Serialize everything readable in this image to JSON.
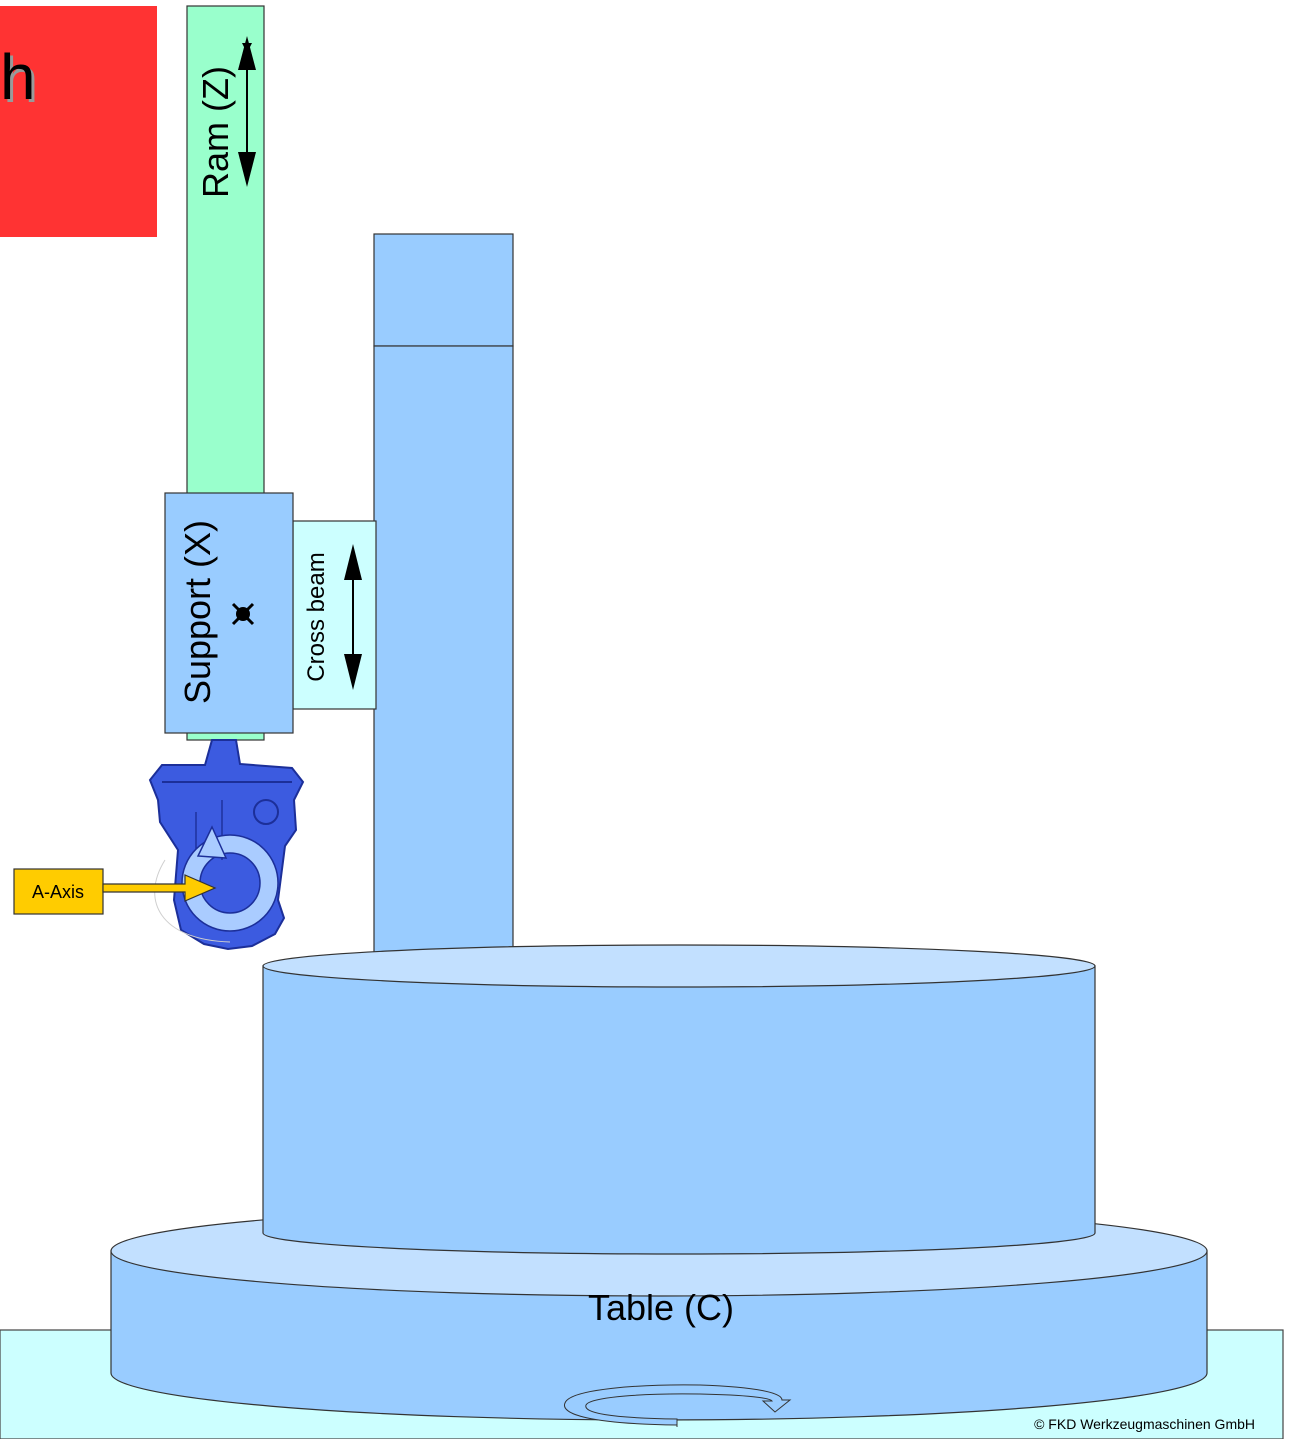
{
  "title_fragment": "h",
  "labels": {
    "ram": "Ram (Z)",
    "support": "Support (X)",
    "cross_beam": "Cross beam",
    "a_axis": "A-Axis",
    "table": "Table (C)",
    "copyright": "© FKD Werkzeugmaschinen GmbH"
  },
  "colors": {
    "title_box": "#ff3333",
    "ram": "#99ffcc",
    "column": "#99ccff",
    "table_top": "#c2e0ff",
    "cross_beam": "#ccffff",
    "floor": "#ccffff",
    "callout": "#ffcc00",
    "arrow": "#000000"
  }
}
